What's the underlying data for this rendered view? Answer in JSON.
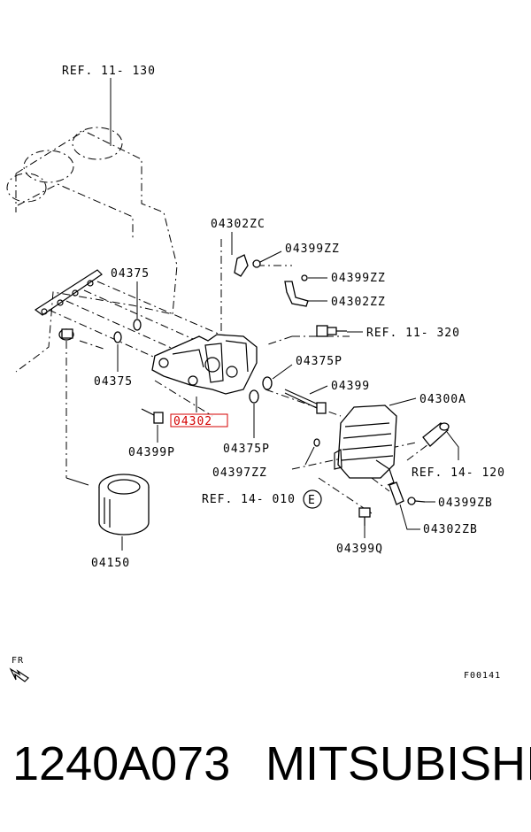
{
  "labels": {
    "ref_11_130": "REF. 11- 130",
    "p04302zc": "04302ZC",
    "p04399zz_a": "04399ZZ",
    "p04375_top": "04375",
    "p04399zz_b": "04399ZZ",
    "p04302zz": "04302ZZ",
    "ref_11_320": "REF. 11- 320",
    "p04375p_a": "04375P",
    "p04375_left": "04375",
    "p04399": "04399",
    "p04302": "04302",
    "p04300a": "04300A",
    "p04399p": "04399P",
    "p04375p_b": "04375P",
    "p04397zz": "04397ZZ",
    "ref_14_120": "REF. 14- 120",
    "ref_14_010": "REF. 14- 010",
    "circle_e": "E",
    "p04399zb": "04399ZB",
    "p04302zb": "04302ZB",
    "p04399q": "04399Q",
    "p04150": "04150",
    "fr": "FR",
    "code": "F00141"
  },
  "highlight_color": "#d40000",
  "footer": {
    "part_number": "1240A073",
    "brand": "MITSUBISHI"
  }
}
